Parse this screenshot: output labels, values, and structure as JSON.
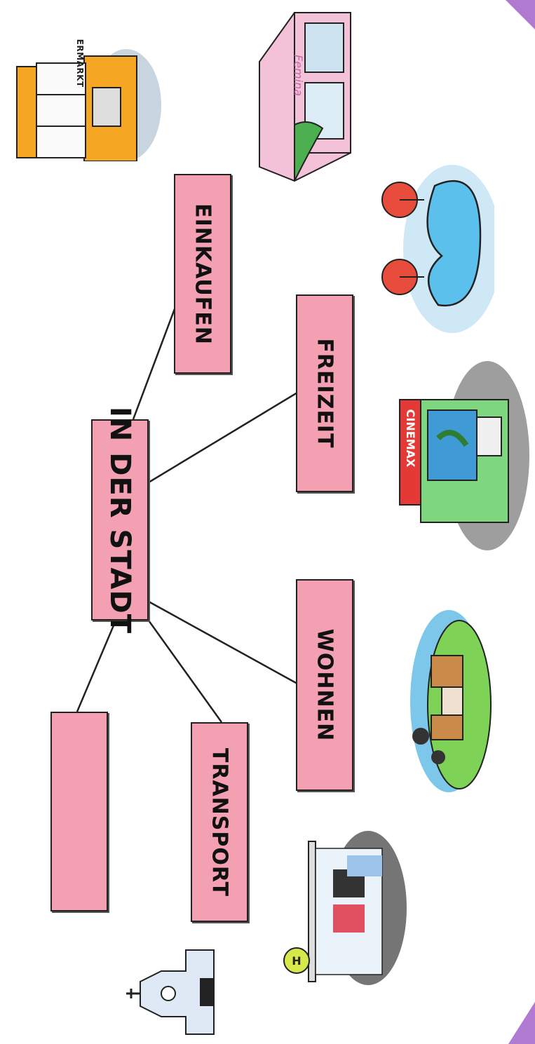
{
  "diagram": {
    "center": {
      "label": "IN DER STADT"
    },
    "branches": [
      {
        "id": "einkaufen",
        "label": "EINKAUFEN"
      },
      {
        "id": "freizeit",
        "label": "FREIZEIT"
      },
      {
        "id": "wohnen",
        "label": "WOHNEN"
      },
      {
        "id": "transport",
        "label": "TRANSPORT"
      },
      {
        "id": "empty",
        "label": ""
      }
    ]
  },
  "illustrations": {
    "supermarket": {
      "sign": "SUPERMARKT",
      "icon": "supermarket-icon"
    },
    "boutique": {
      "sign": "Femina",
      "icon": "clothing-shop-icon"
    },
    "pool": {
      "icon": "swimming-pool-icon"
    },
    "cinema": {
      "sign": "CINEMAX",
      "icon": "cinema-icon"
    },
    "houses": {
      "icon": "houses-icon"
    },
    "bus_stop": {
      "sign": "H",
      "icon": "bus-stop-icon"
    },
    "church": {
      "icon": "church-icon"
    }
  },
  "colors": {
    "box": "#f2a0b2",
    "corner_accent": "#b07ad0"
  }
}
